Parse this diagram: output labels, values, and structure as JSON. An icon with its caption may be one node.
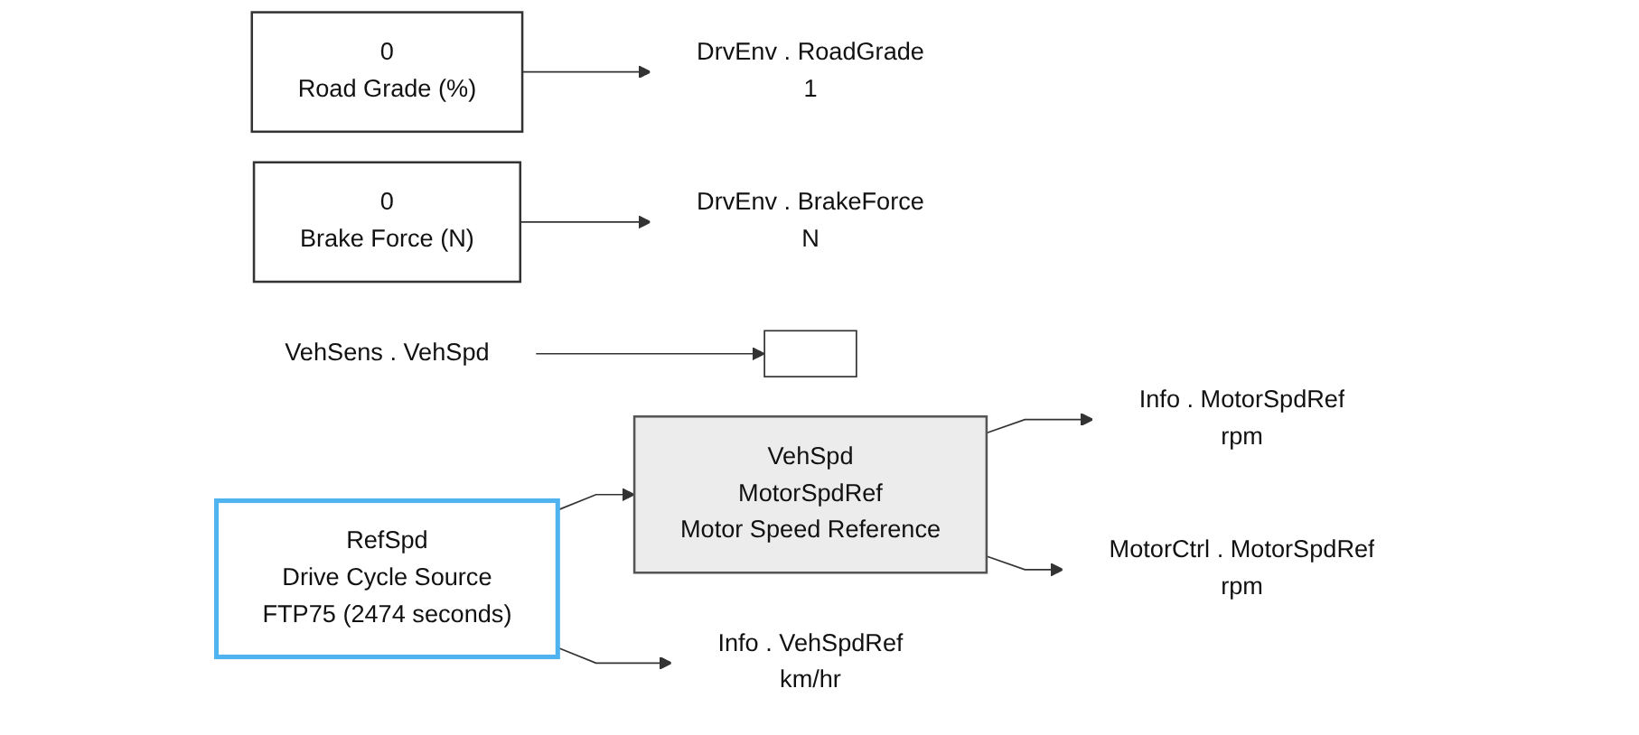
{
  "diagram": {
    "nodes": [
      {
        "text": [
          "0",
          "Road Grade (%)"
        ]
      },
      {
        "text": [
          "DrvEnv . RoadGrade",
          "1"
        ]
      },
      {
        "text": [
          "0",
          "Brake Force (N)"
        ]
      },
      {
        "text": [
          "DrvEnv . BrakeForce",
          "N"
        ]
      },
      {
        "text": [
          "VehSens . VehSpd"
        ]
      },
      {
        "text": [],
        "shape": "box"
      },
      {
        "text": [
          "RefSpd",
          "Drive Cycle Source",
          "FTP75 (2474  seconds)"
        ]
      },
      {
        "text": [
          "VehSpd",
          "MotorSpdRef",
          "Motor Speed Reference"
        ]
      },
      {
        "text": [
          "Info . MotorSpdRef",
          "rpm"
        ]
      },
      {
        "text": [
          "MotorCtrl . MotorSpdRef",
          "rpm"
        ]
      },
      {
        "text": [
          "Info . VehSpdRef",
          "km/hr"
        ]
      }
    ],
    "edges": [
      {
        "from": 0,
        "to": 1,
        "arrow": "to"
      },
      {
        "from": 2,
        "to": 3,
        "arrow": "to"
      },
      {
        "from": 4,
        "to": 5,
        "arrow": "to"
      },
      {
        "from": 6,
        "to": 7,
        "arrow": "to"
      },
      {
        "from": 6,
        "to": 10,
        "arrow": "to"
      },
      {
        "from": 7,
        "to": 8,
        "arrow": "to"
      },
      {
        "from": 7,
        "to": 9,
        "arrow": "to"
      }
    ]
  }
}
